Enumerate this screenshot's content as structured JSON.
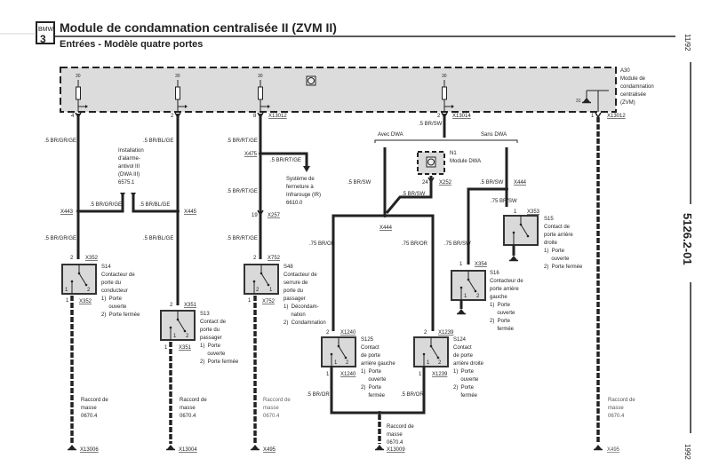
{
  "header": {
    "logo_brand": "BMW",
    "logo_series": "3",
    "title": "Module de condamnation centralisée II (ZVM II)",
    "subtitle": "Entrées - Modèle quatre portes"
  },
  "side": {
    "date": "11/92",
    "doc_number": "5126.2-01",
    "year": "1992"
  },
  "module": {
    "id": "A30",
    "lines": [
      "Module de",
      "condamnation",
      "centralisée",
      "(ZVM)"
    ],
    "terminal": "30",
    "ground_terminal": "31"
  },
  "pins": {
    "c1": "4",
    "c2": "2",
    "c3": "8",
    "c4": "2",
    "c5": "1",
    "x257_pin": "19",
    "n1_pin": "24",
    "sw_top": "2",
    "sw_bottom": "1"
  },
  "connectors": {
    "x13012": "X13012",
    "x13014": "X13014",
    "x443": "X443",
    "x445": "X445",
    "x475": "X475",
    "x257": "X257",
    "x352": "X352",
    "x351": "X351",
    "x752": "X752",
    "x252": "X252",
    "x444": "X444",
    "x353": "X353",
    "x354": "X354",
    "x1240": "X1240",
    "x1239": "X1239",
    "x13006": "X13006",
    "x13004": "X13004",
    "x495": "X495",
    "x13009": "X13009"
  },
  "wires": {
    "br_gr_ge": ".5 BR/GR/GE",
    "br_bl_ge": ".5 BR/BL/GE",
    "br_rt_ge": ".5 BR/RT/GE",
    "br_sw": ".5 BR/SW",
    "br_sw_75": ".75 BR/SW",
    "br_or_75": ".75 BR/OR",
    "br_or": ".5 BR/OR"
  },
  "branches": {
    "avec": "Avec DWA",
    "sans": "Sans DWA"
  },
  "notes": {
    "dwa": [
      "Installation",
      "d'alarme-",
      "antivol III",
      "(DWA III)",
      "6575.1"
    ],
    "ir": [
      "Système de",
      "fermeture à",
      "Infrarouge (IR)",
      "6610.0"
    ],
    "ground": [
      "Raccord de",
      "masse",
      "0670.4"
    ]
  },
  "components": {
    "n1": [
      "N1",
      "Module DWA"
    ],
    "s14": [
      "S14",
      "Contacteur de",
      "porte du",
      "conducteur",
      "1)  Porte",
      "     ouverte",
      "2)  Porte fermée"
    ],
    "s13": [
      "S13",
      "Contact de",
      "porte du",
      "passager",
      "1)  Porte",
      "     ouverte",
      "2)  Porte fermée"
    ],
    "s48": [
      "S48",
      "Contacteur de",
      "serrure de",
      "porte du",
      "passager",
      "1)  Décondam-",
      "     nation",
      "2)  Condamnation"
    ],
    "s125": [
      "S125",
      "Contact",
      "de porte",
      "arrière gauche",
      "1)  Porte",
      "     ouverte",
      "2)  Porte",
      "     fermée"
    ],
    "s124": [
      "S124",
      "Contact",
      "de porte",
      "arrière droite",
      "1)  Porte",
      "     ouverte",
      "2)  Porte",
      "     fermée"
    ],
    "s15": [
      "S15",
      "Contact de",
      "porte arrière",
      "droite",
      "1)  Porte",
      "     ouverte",
      "2)  Porte fermée"
    ],
    "s16": [
      "S16",
      "Contacteur de",
      "porte arrière",
      "gauche",
      "1)  Porte",
      "     ouverte",
      "2)  Porte",
      "     fermée"
    ]
  },
  "switch_terms": {
    "a": "1",
    "b": "2"
  }
}
